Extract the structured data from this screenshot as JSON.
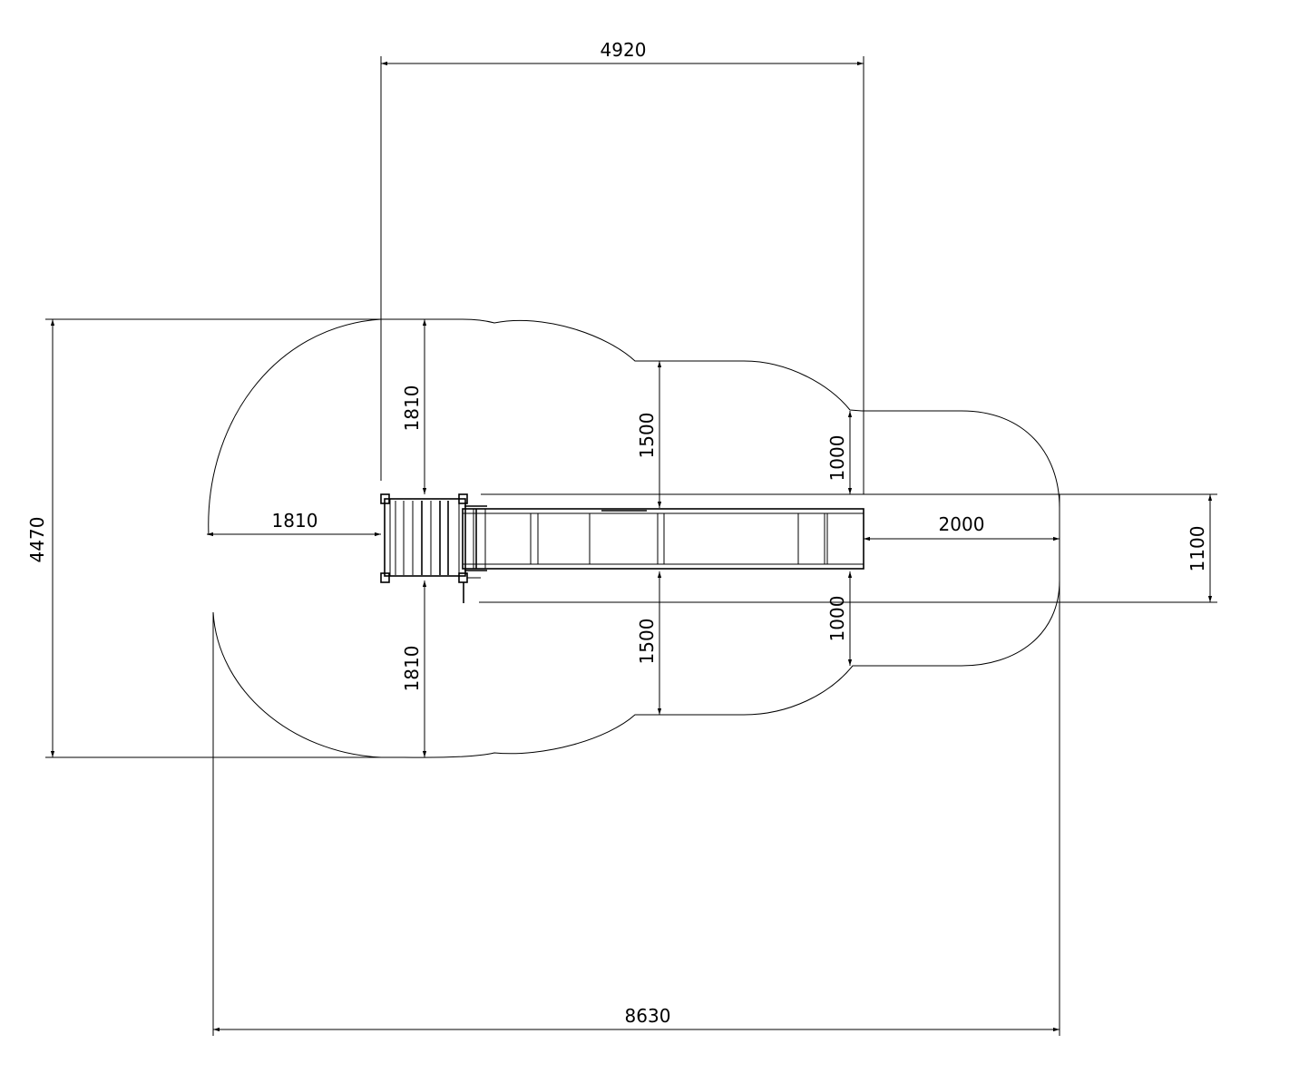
{
  "dimensions": {
    "overall_width": "8630",
    "overall_depth": "4470",
    "top_width": "4920",
    "left_clearance": "1810",
    "top_clearance_platform": "1810",
    "bottom_clearance_platform": "1810",
    "top_clearance_slide": "1500",
    "bottom_clearance_slide": "1500",
    "top_clearance_end": "1000",
    "bottom_clearance_end": "1000",
    "end_clearance": "2000",
    "slide_width": "1100"
  },
  "colors": {
    "line": "#000000",
    "background": "#ffffff"
  }
}
